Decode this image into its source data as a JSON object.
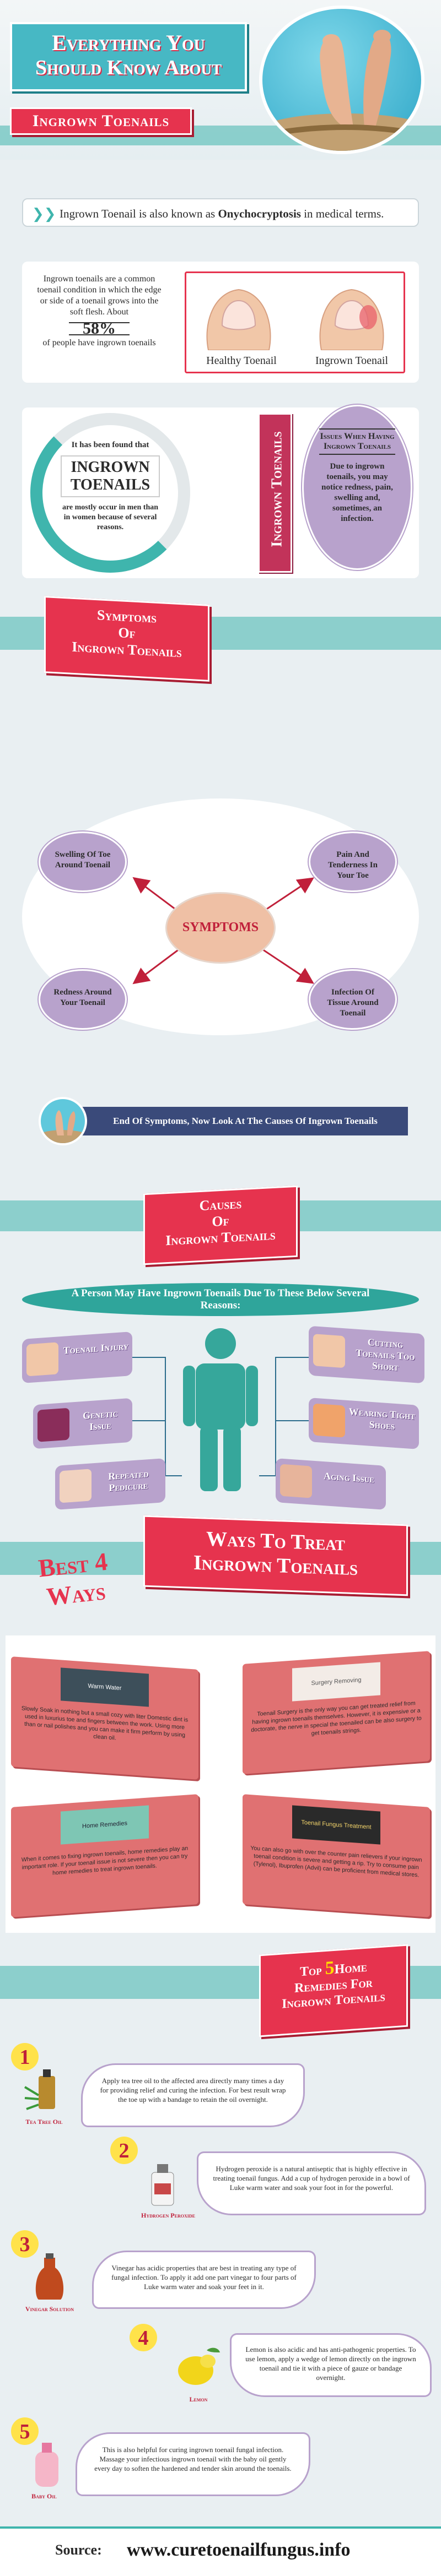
{
  "header": {
    "title_line1": "Everything You",
    "title_line2": "Should Know About",
    "subtitle": "Ingrown Toenails"
  },
  "intro": {
    "banner_prefix": "Ingrown Toenail is also known as ",
    "banner_term": "Onychocryptosis",
    "banner_suffix": " in medical terms."
  },
  "definition": {
    "text": "Ingrown toenails are a common toenail condition in which the edge or side of a toenail grows into the soft flesh. About",
    "percent": "58%",
    "percent_value": 58,
    "after": "of people have ingrown toenails",
    "healthy_label": "Healthy Toenail",
    "ingrown_label": "Ingrown Toenail"
  },
  "found": {
    "lead": "It has been found that",
    "headline_1": "INGROWN",
    "headline_2": "TOENAILS",
    "tail": "are mostly occur in men than in women because of several reasons.",
    "vertical": "Ingrown Toenails",
    "issues_title": "Issues When Having Ingrown Toenails",
    "issues_text": "Due to ingrown toenails, you may notice redness, pain, swelling and, sometimes, an infection."
  },
  "symptoms": {
    "title_1": "Symptoms",
    "title_2": "Of",
    "title_3": "Ingrown Toenails",
    "center": "SYMPTOMS",
    "items": [
      {
        "label": "Swelling Of Toe Around Toenail"
      },
      {
        "label": "Pain And Tenderness In Your Toe"
      },
      {
        "label": "Redness Around Your Toenail"
      },
      {
        "label": "Infection Of Tissue Around Toenail"
      }
    ],
    "footer": "End Of Symptoms, Now Look At The Causes Of Ingrown Toenails"
  },
  "causes": {
    "title_1": "Causes",
    "title_2": "Of",
    "title_3": "Ingrown Toenails",
    "lead": "A Person May Have Ingrown Toenails Due To These Below Several Reasons:",
    "left": [
      {
        "label": "Toenail Injury"
      },
      {
        "label": "Genetic Issue"
      },
      {
        "label": "Repeated Pedicure"
      }
    ],
    "right": [
      {
        "label": "Cutting Toenails Too Short"
      },
      {
        "label": "Wearing Tight Shoes"
      },
      {
        "label": "Aging Issue"
      }
    ]
  },
  "treat": {
    "title_1": "Ways To Treat",
    "title_2": "Ingrown Toenails",
    "best_1": "Best 4",
    "best_2": "Ways",
    "ways": [
      {
        "photo": "Warm Water",
        "text": "Slowly Soak in nothing but a small cozy with liter Domestic dint is used in luxurius toe and fingers between the work. Using more than or nail polishes and you can make it firm perform by using clean oil."
      },
      {
        "photo": "Surgery Removing",
        "text": "Toenail Surgery is the only way you can get treated relief from having ingrown toenails themselves. However, it is expensive or a doctorate, the nerve in special the toenailed can be also surgery to get toenails strings."
      },
      {
        "photo": "Home Remedies",
        "text": "When it comes to fixing ingrown toenails, home remedies play an important role. If your toenail issue is not severe then you can try home remedies to treat ingrown toenails."
      },
      {
        "photo": "Toenail Fungus Treatment",
        "text": "You can also go with over the counter pain relievers if your ingrown toenail condition is severe and getting a rip. Try to consume pain (Tylenol), Ibuprofen (Advil) can be proficient from medical stores."
      }
    ]
  },
  "home": {
    "title_1": "Top",
    "title_num": "5",
    "title_2": "Home",
    "title_3": "Remedies For",
    "title_4": "Ingrown Toenails",
    "remedies": [
      {
        "num": "1",
        "name": "Tea Tree Oil",
        "text": "Apply tea tree oil to the affected area directly many times a day for providing relief and curing the infection. For best result wrap the toe up with a bandage to retain the oil overnight."
      },
      {
        "num": "2",
        "name": "Hydrogen Peroxide",
        "text": "Hydrogen peroxide is a natural antiseptic that is highly effective in treating toenail fungus. Add a cup of hydrogen peroxide in a bowl of Luke warm water and soak your foot in for the powerful."
      },
      {
        "num": "3",
        "name": "Vinegar Solution",
        "text": "Vinegar has acidic properties that are best in treating any type of fungal infection. To apply it add one part vinegar to four parts of Luke warm water and soak your feet in it."
      },
      {
        "num": "4",
        "name": "Lemon",
        "text": "Lemon is also acidic and has anti-pathogenic properties. To use lemon, apply a wedge of lemon directly on the ingrown toenail and tie it with a piece of gauze or bandage overnight."
      },
      {
        "num": "5",
        "name": "Baby Oil",
        "text": "This is also helpful for curing ingrown toenail fungal infection. Massage your infectious ingrown toenail with the baby oil gently every day to soften the hardened and tender skin around the toenails."
      }
    ]
  },
  "footer": {
    "label": "Source:",
    "url": "www.curetoenailfungus.info"
  },
  "colors": {
    "teal": "#3fb5ad",
    "red": "#e6334e",
    "purple": "#b8a2cc",
    "salmon": "#e07172"
  }
}
